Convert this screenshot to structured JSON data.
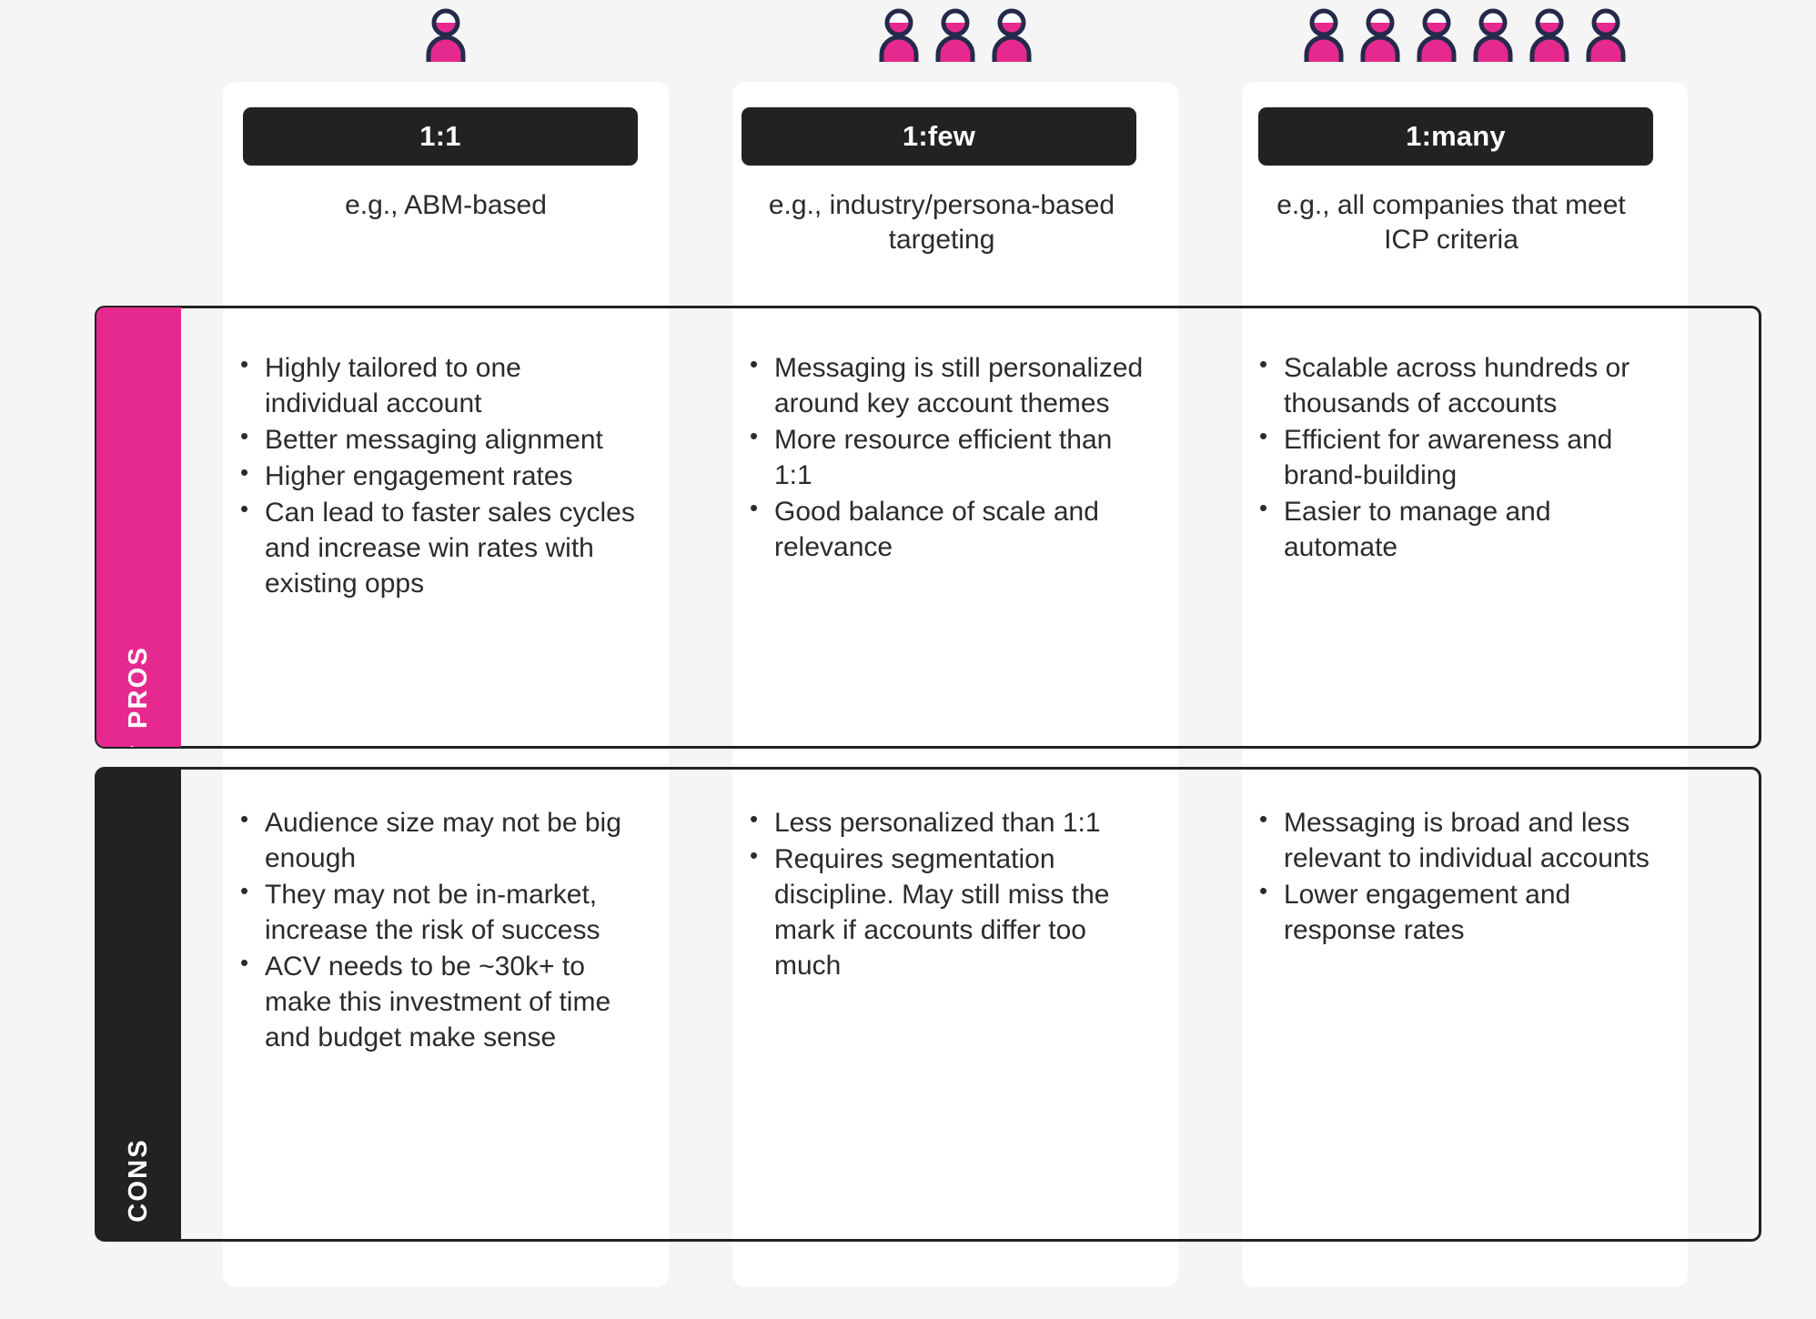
{
  "theme": {
    "background": "#f5f5f5",
    "card": "#ffffff",
    "pill": "#222222",
    "pros_accent": "#e6298f",
    "cons_accent": "#222222",
    "text": "#2b2b2b",
    "icon_outline": "#252a4a",
    "icon_fill": "#e6298f"
  },
  "columns": [
    {
      "id": "one-to-one",
      "icon_count": 1,
      "icon_name": "person-icon",
      "title": "1:1",
      "subtitle": "e.g., ABM-based",
      "pros": [
        "Highly tailored to one individual account",
        "Better messaging alignment",
        "Higher engagement rates",
        "Can lead to faster sales cycles and increase win rates with existing opps"
      ],
      "cons": [
        "Audience size may not be big enough",
        "They may not be in-market, increase the risk of success",
        "ACV needs to be ~30k+ to make this investment of time and budget make sense"
      ]
    },
    {
      "id": "one-to-few",
      "icon_count": 3,
      "icon_name": "person-icon",
      "title": "1:few",
      "subtitle": "e.g., industry/persona-based targeting",
      "pros": [
        "Messaging is still personalized around key account themes",
        "More resource efficient than 1:1",
        "Good balance of scale and relevance"
      ],
      "cons": [
        "Less personalized than 1:1",
        "Requires segmentation discipline. May still miss the mark if accounts differ too much"
      ]
    },
    {
      "id": "one-to-many",
      "icon_count": 6,
      "icon_name": "person-icon",
      "title": "1:many",
      "subtitle": "e.g., all companies that meet ICP criteria",
      "pros": [
        "Scalable across hundreds or thousands of accounts",
        "Efficient for awareness and brand-building",
        "Easier to manage and automate"
      ],
      "cons": [
        "Messaging is broad and less relevant to individual accounts",
        "Lower engagement and response rates"
      ]
    }
  ],
  "rows": [
    {
      "id": "pros",
      "label": "PROS",
      "glyph": "check-icon"
    },
    {
      "id": "cons",
      "label": "CONS",
      "glyph": "x-icon"
    }
  ]
}
